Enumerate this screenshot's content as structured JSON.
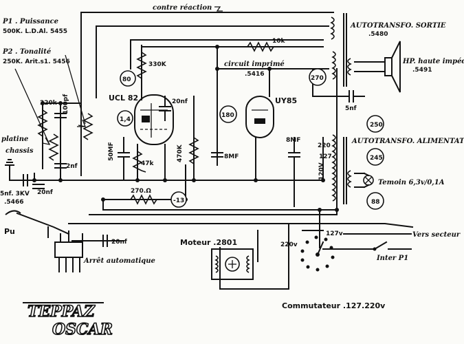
{
  "labels": {
    "feedback": "contre réaction",
    "p1_title": "P1 . Puissance",
    "p1_spec": "500K. L.D.Al. 5455",
    "p2_title": "P2 . Tonalité",
    "p2_spec": "250K. Arit.s1. 5456",
    "platine": "platine",
    "chassis": "chassis",
    "c_pickup": "5nf. 3KV",
    "c_pickup_ref": ".5466",
    "pu": "Pu",
    "r_220k": "220k",
    "c_100pf": "100pf",
    "c_2nf": "2nf",
    "c_20nf_in": "20nf",
    "c_50mf": "50MF",
    "r_47k": "47k",
    "r_330k": "330K",
    "c_20nf_mid": "20nf",
    "r_470k": "470K",
    "c_8mf_a": "8MF",
    "c_8mf_b": "8MF",
    "r_270": "270.Ω",
    "v_minus13": "-13",
    "v_80": "80",
    "v_14": "1,4",
    "v_180": "180",
    "v_270": "270",
    "v_250": "250",
    "v_245": "245",
    "v_88": "88",
    "tube1": "UCL 82",
    "tube2": "UY85",
    "r_10k": "10k",
    "pcb": "circuit imprimé",
    "pcb_ref": ".5416",
    "out_tx": "AUTOTRANSFO. SORTIE",
    "out_tx_ref": ".5480",
    "speaker": "HP. haute impéd.",
    "speaker_ref": ".5491",
    "c_5nf": "5nf",
    "psu_tx": "AUTOTRANSFO. ALIMENTATION",
    "tap_220": "220",
    "tap_127": "127",
    "tap_120": "120V",
    "lamp": "Temoin 6,3v/0,1A",
    "mains": "Vers secteur",
    "switch": "Inter P1",
    "motor": "Moteur .2801",
    "c_20nf_motor": "20nf",
    "auto_stop": "Arrêt automatique",
    "sel_220": "220v",
    "sel_127": "127v",
    "selector": "Commutateur .127.220v",
    "brand_1": "TEPPAZ",
    "brand_2": "OSCAR"
  }
}
